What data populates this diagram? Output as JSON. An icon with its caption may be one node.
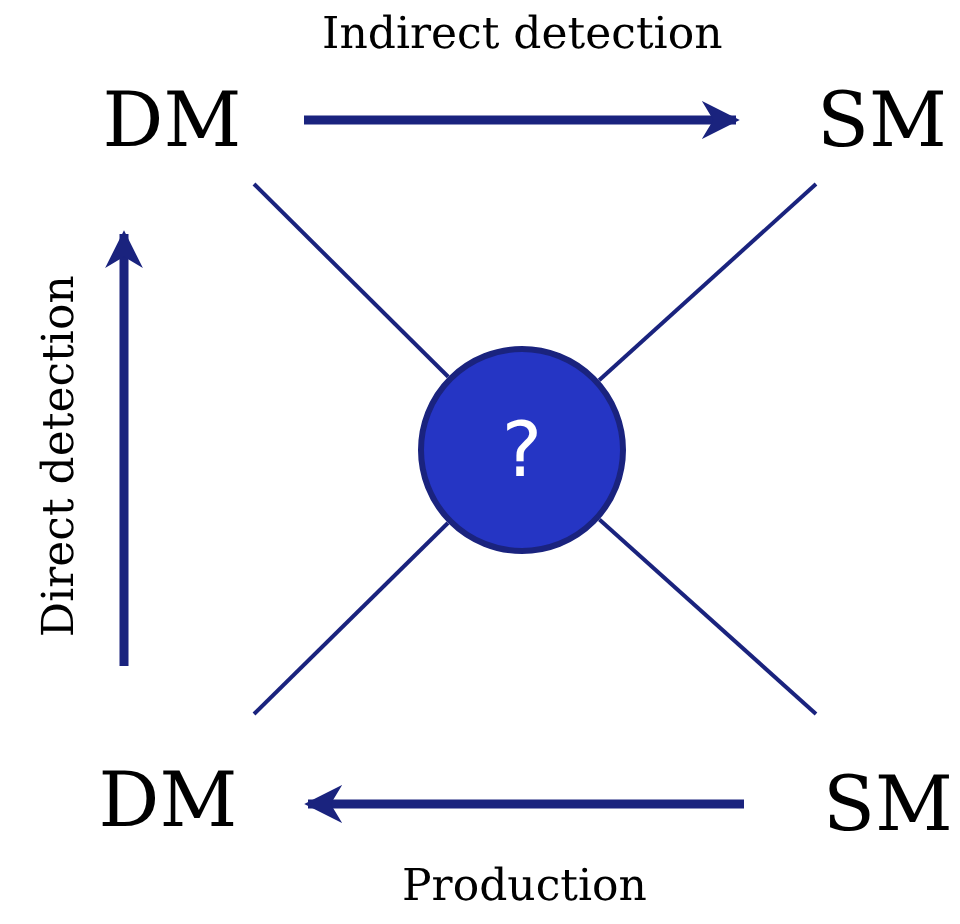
{
  "diagram": {
    "nodes": [
      {
        "text": [
          "DM"
        ]
      },
      {
        "text": [
          "SM"
        ]
      },
      {
        "text": [
          "?"
        ]
      },
      {
        "text": [
          "DM"
        ]
      },
      {
        "text": [
          "SM"
        ]
      }
    ],
    "edges": [
      {
        "from": 0,
        "to": 1,
        "arrow": "to",
        "label": "Indirect detection",
        "style": "thick"
      },
      {
        "from": 4,
        "to": 3,
        "arrow": "to",
        "label": "Production",
        "style": "thick"
      },
      {
        "from": 3,
        "to": 0,
        "arrow": "to",
        "label": "Direct detection",
        "style": "thick"
      },
      {
        "from": 0,
        "to": 2,
        "arrow": "none"
      },
      {
        "from": 1,
        "to": 2,
        "arrow": "none"
      },
      {
        "from": 3,
        "to": 2,
        "arrow": "none"
      },
      {
        "from": 4,
        "to": 2,
        "arrow": "none"
      }
    ]
  }
}
